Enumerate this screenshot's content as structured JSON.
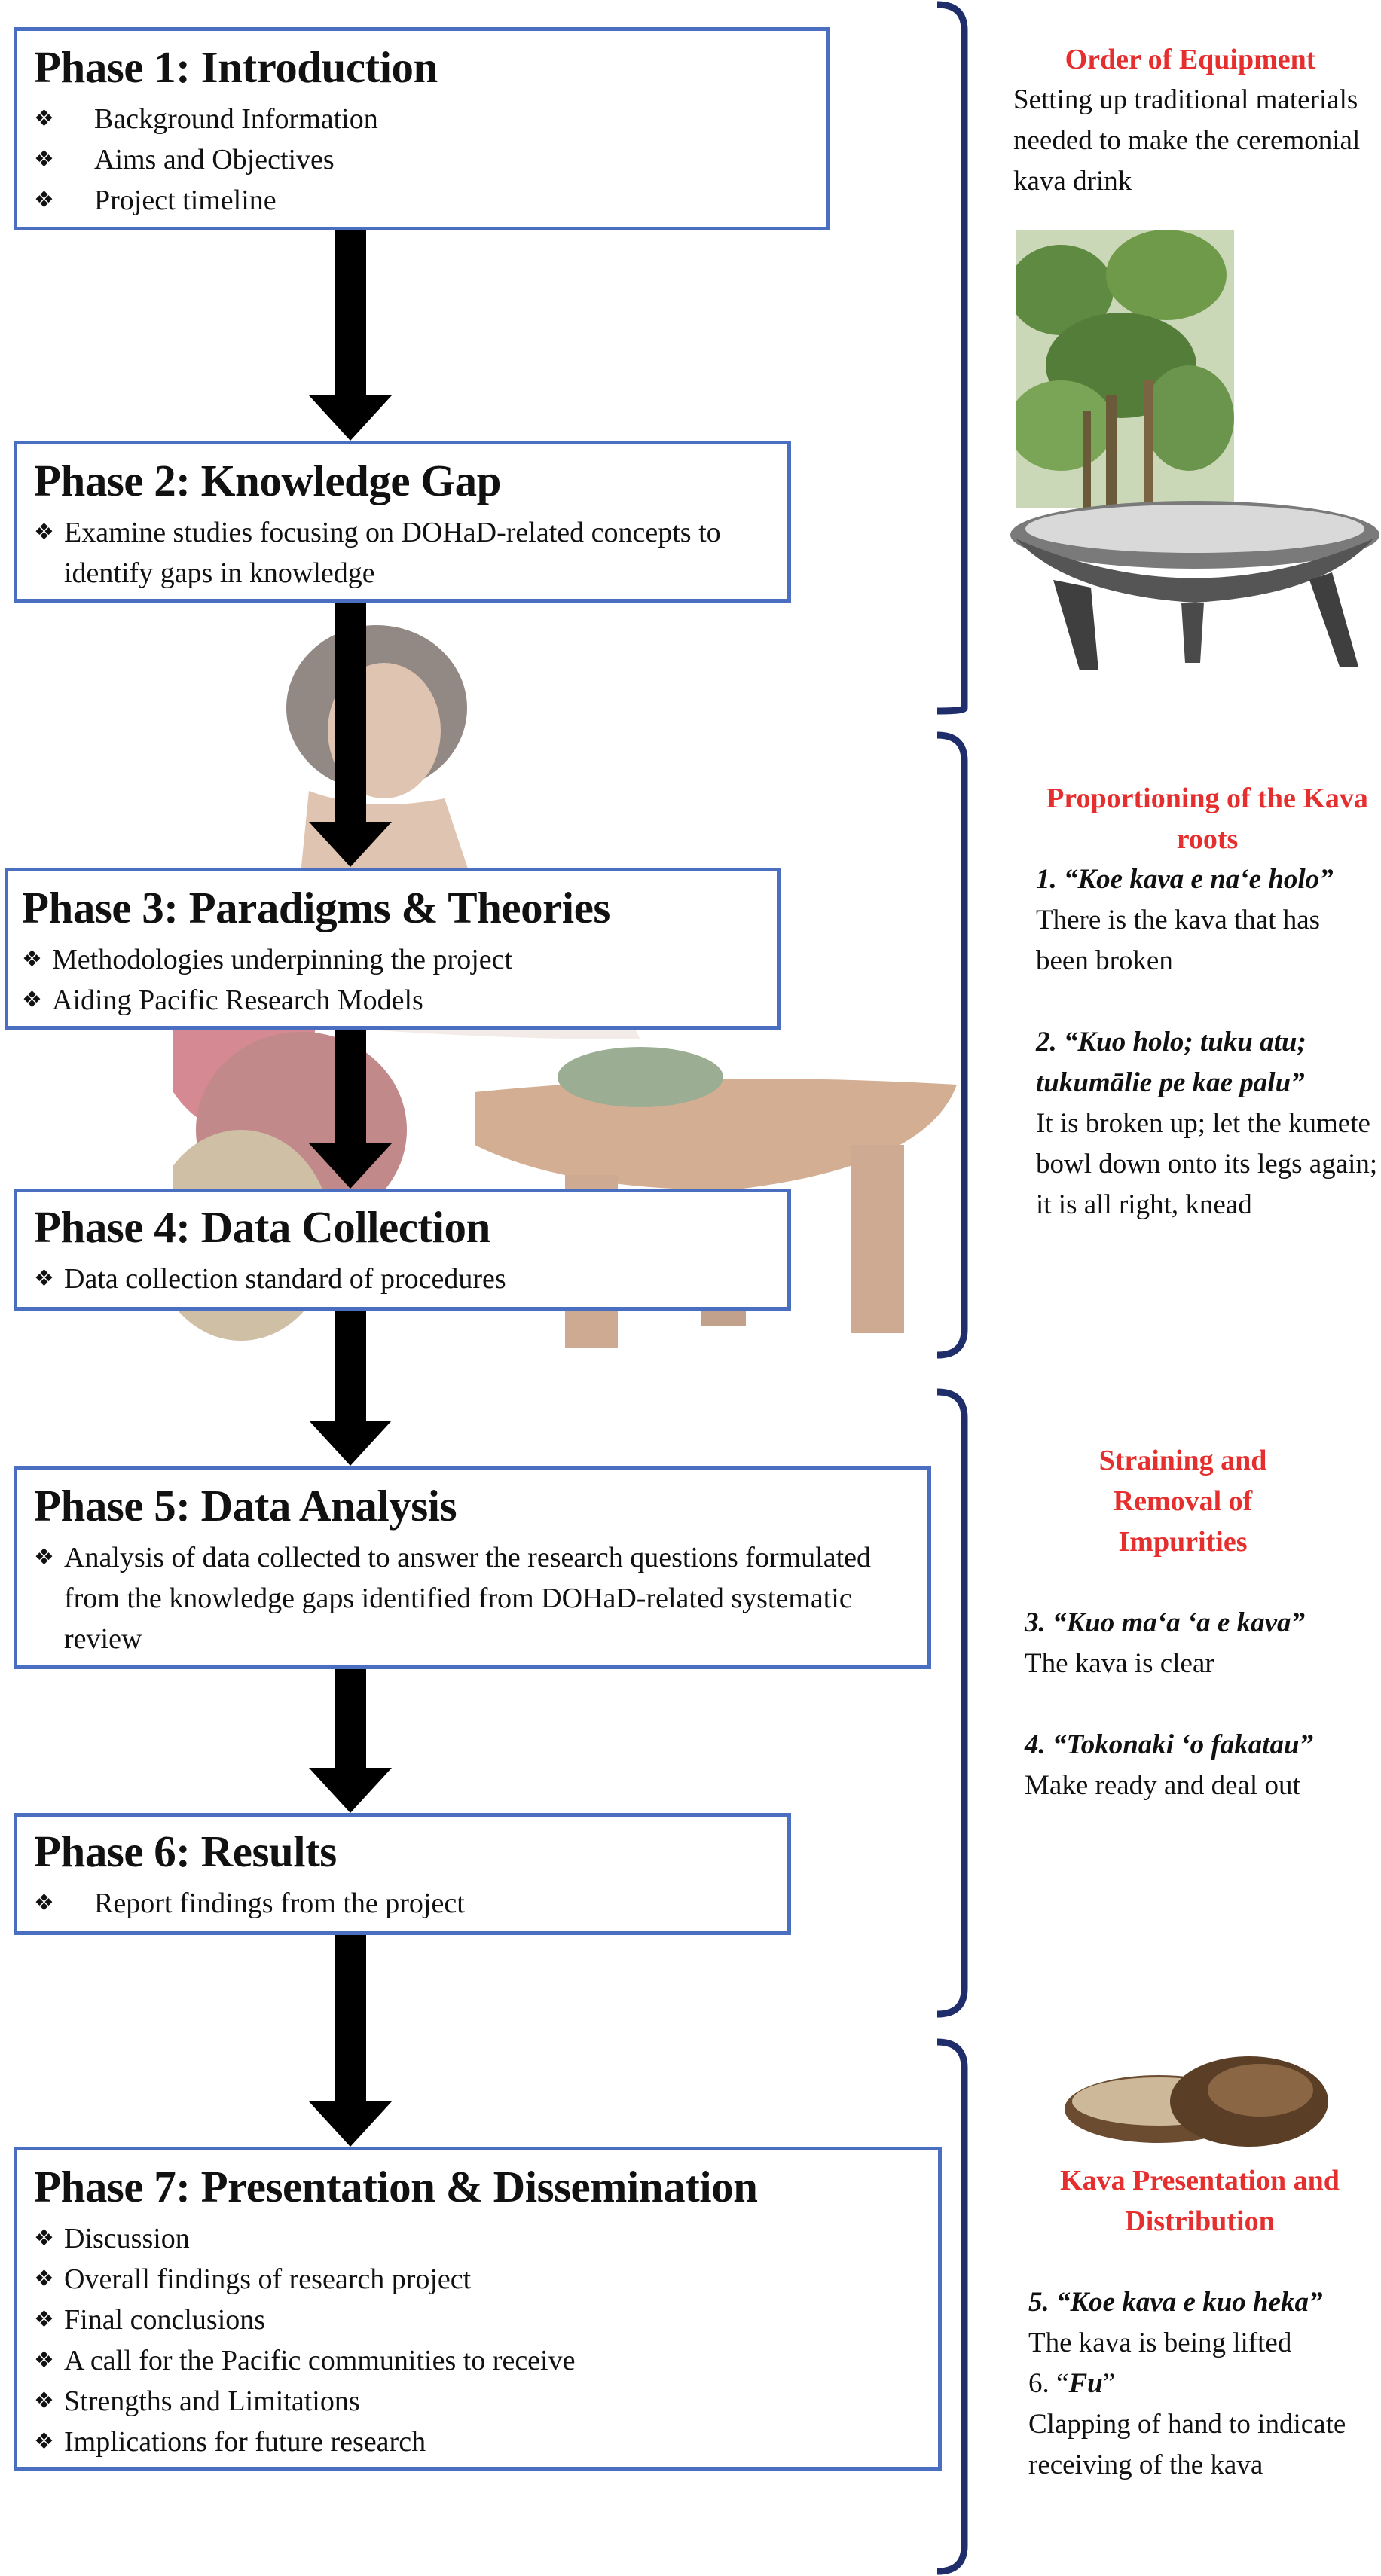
{
  "phases": [
    {
      "title": "Phase 1: Introduction",
      "items": [
        "Background Information",
        "Aims and Objectives",
        "Project timeline"
      ]
    },
    {
      "title": "Phase 2: Knowledge Gap",
      "items": [
        "Examine studies focusing on DOHaD-related concepts to identify gaps in knowledge"
      ]
    },
    {
      "title": "Phase 3: Paradigms & Theories",
      "items": [
        "Methodologies underpinning the project",
        "Aiding Pacific Research Models"
      ]
    },
    {
      "title": "Phase 4: Data Collection",
      "items": [
        "Data collection standard of procedures"
      ]
    },
    {
      "title": "Phase 5: Data Analysis",
      "items": [
        "Analysis of data collected to answer the research questions formulated from the knowledge gaps identified from DOHaD-related systematic review"
      ]
    },
    {
      "title": "Phase 6: Results",
      "items": [
        "Report findings from the project"
      ]
    },
    {
      "title": "Phase 7: Presentation & Dissemination",
      "items": [
        "Discussion",
        "Overall findings of research project",
        "Final conclusions",
        "A call for the Pacific communities to receive",
        "Strengths and Limitations",
        "Implications for future research"
      ]
    }
  ],
  "bullet_glyph": "❖",
  "side": {
    "equipment": {
      "title": "Order of Equipment",
      "text": "Setting up traditional materials needed to make the ceremonial kava drink"
    },
    "proportioning": {
      "title": "Proportioning of the Kava roots",
      "q1": "1. “Koe kava e na‘e holo”",
      "t1": "There is the kava that has been broken",
      "q2": "2. “Kuo holo; tuku atu; tukumālie pe kae palu”",
      "t2": "It is broken up; let the kumete bowl down onto its legs again; it is all right, knead"
    },
    "straining": {
      "title": "Straining and Removal of Impurities",
      "q3": "3. “Kuo ma‘a ‘a e kava”",
      "t3": "The kava is clear",
      "q4": "4. “Tokonaki ‘o fakatau”",
      "t4": "Make ready and deal out"
    },
    "presentation": {
      "title": "Kava Presentation and Distribution",
      "q5": "5. “Koe kava e kuo heka”",
      "t5": "The kava is being lifted",
      "q6_num": "6. “",
      "q6_word": "Fu",
      "q6_end": "”",
      "t6": "Clapping of hand to indicate receiving of the kava"
    }
  },
  "colors": {
    "box_border": "#4a6fc0",
    "bracket": "#1f2d6b",
    "side_title": "#e52e2e",
    "arrow": "#000000"
  },
  "icons": [
    "woman-photo",
    "kava-plant-photo",
    "kava-bowl-photo",
    "coconut-cups-photo"
  ]
}
